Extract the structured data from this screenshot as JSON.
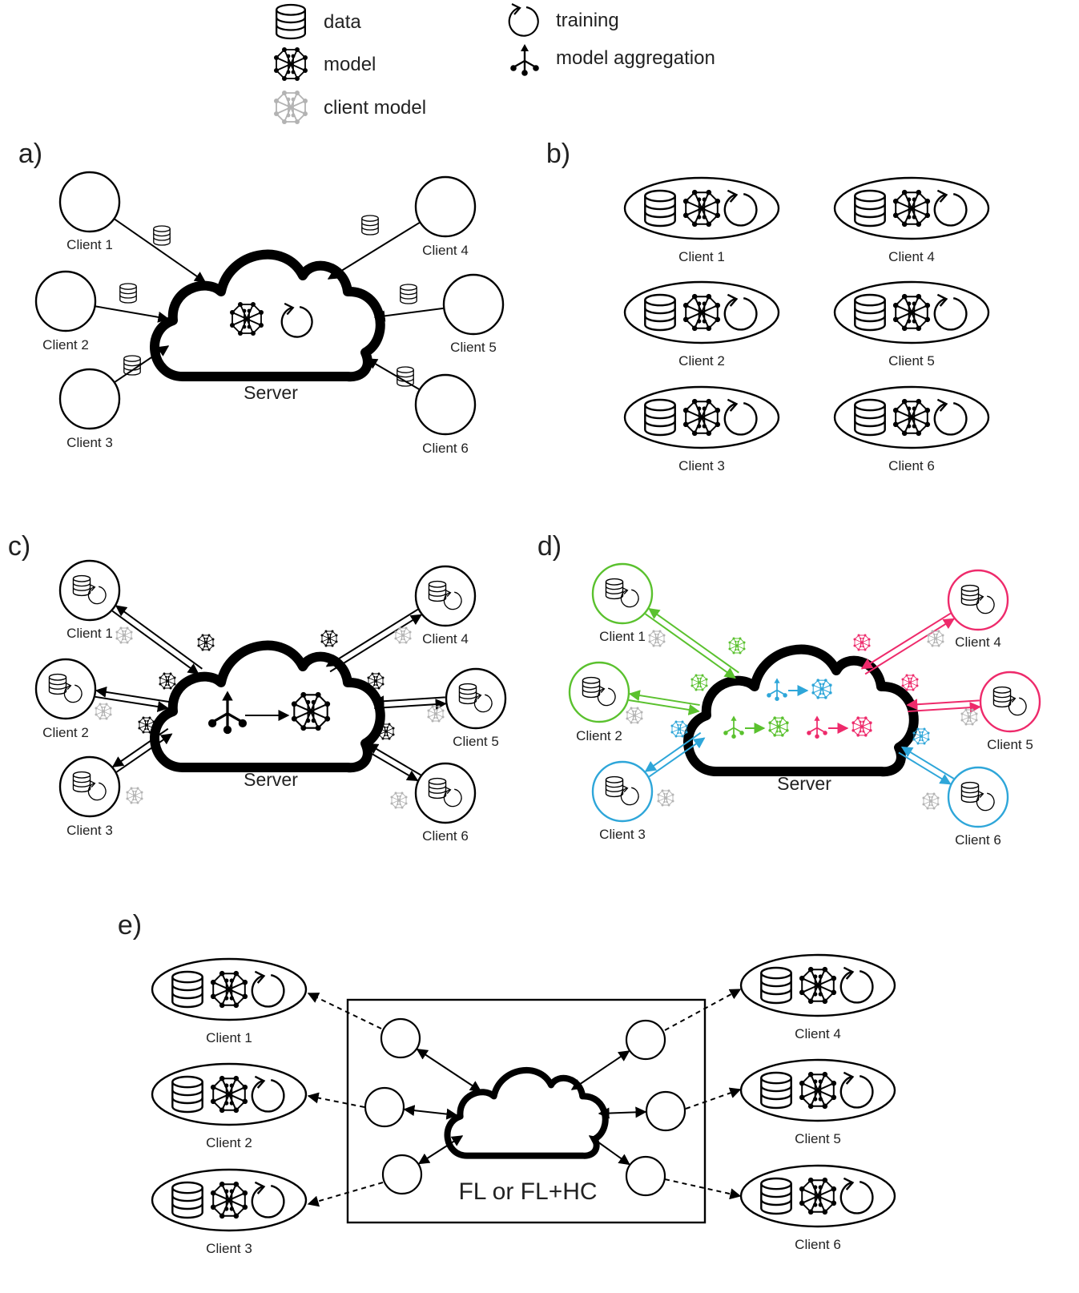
{
  "legend": {
    "data": "data",
    "model": "model",
    "client_model": "client model",
    "training": "training",
    "model_aggregation": "model aggregation"
  },
  "panels": {
    "a": {
      "label": "a)",
      "server": "Server",
      "clients": [
        "Client 1",
        "Client 2",
        "Client 3",
        "Client 4",
        "Client 5",
        "Client 6"
      ]
    },
    "b": {
      "label": "b)",
      "clients": [
        "Client 1",
        "Client 2",
        "Client 3",
        "Client 4",
        "Client 5",
        "Client 6"
      ]
    },
    "c": {
      "label": "c)",
      "server": "Server",
      "clients": [
        "Client 1",
        "Client 2",
        "Client 3",
        "Client 4",
        "Client 5",
        "Client 6"
      ]
    },
    "d": {
      "label": "d)",
      "server": "Server",
      "clients": [
        "Client 1",
        "Client 2",
        "Client 3",
        "Client 4",
        "Client 5",
        "Client 6"
      ]
    },
    "e": {
      "label": "e)",
      "box_label": "FL or FL+HC",
      "clients": [
        "Client 1",
        "Client 2",
        "Client 3",
        "Client 4",
        "Client 5",
        "Client 6"
      ]
    }
  },
  "colors": {
    "ink": "#000000",
    "client_model_gray": "#b3b3b3",
    "group_green": "#5ac12e",
    "group_blue": "#2ea6d9",
    "group_pink": "#ee2a6b"
  }
}
